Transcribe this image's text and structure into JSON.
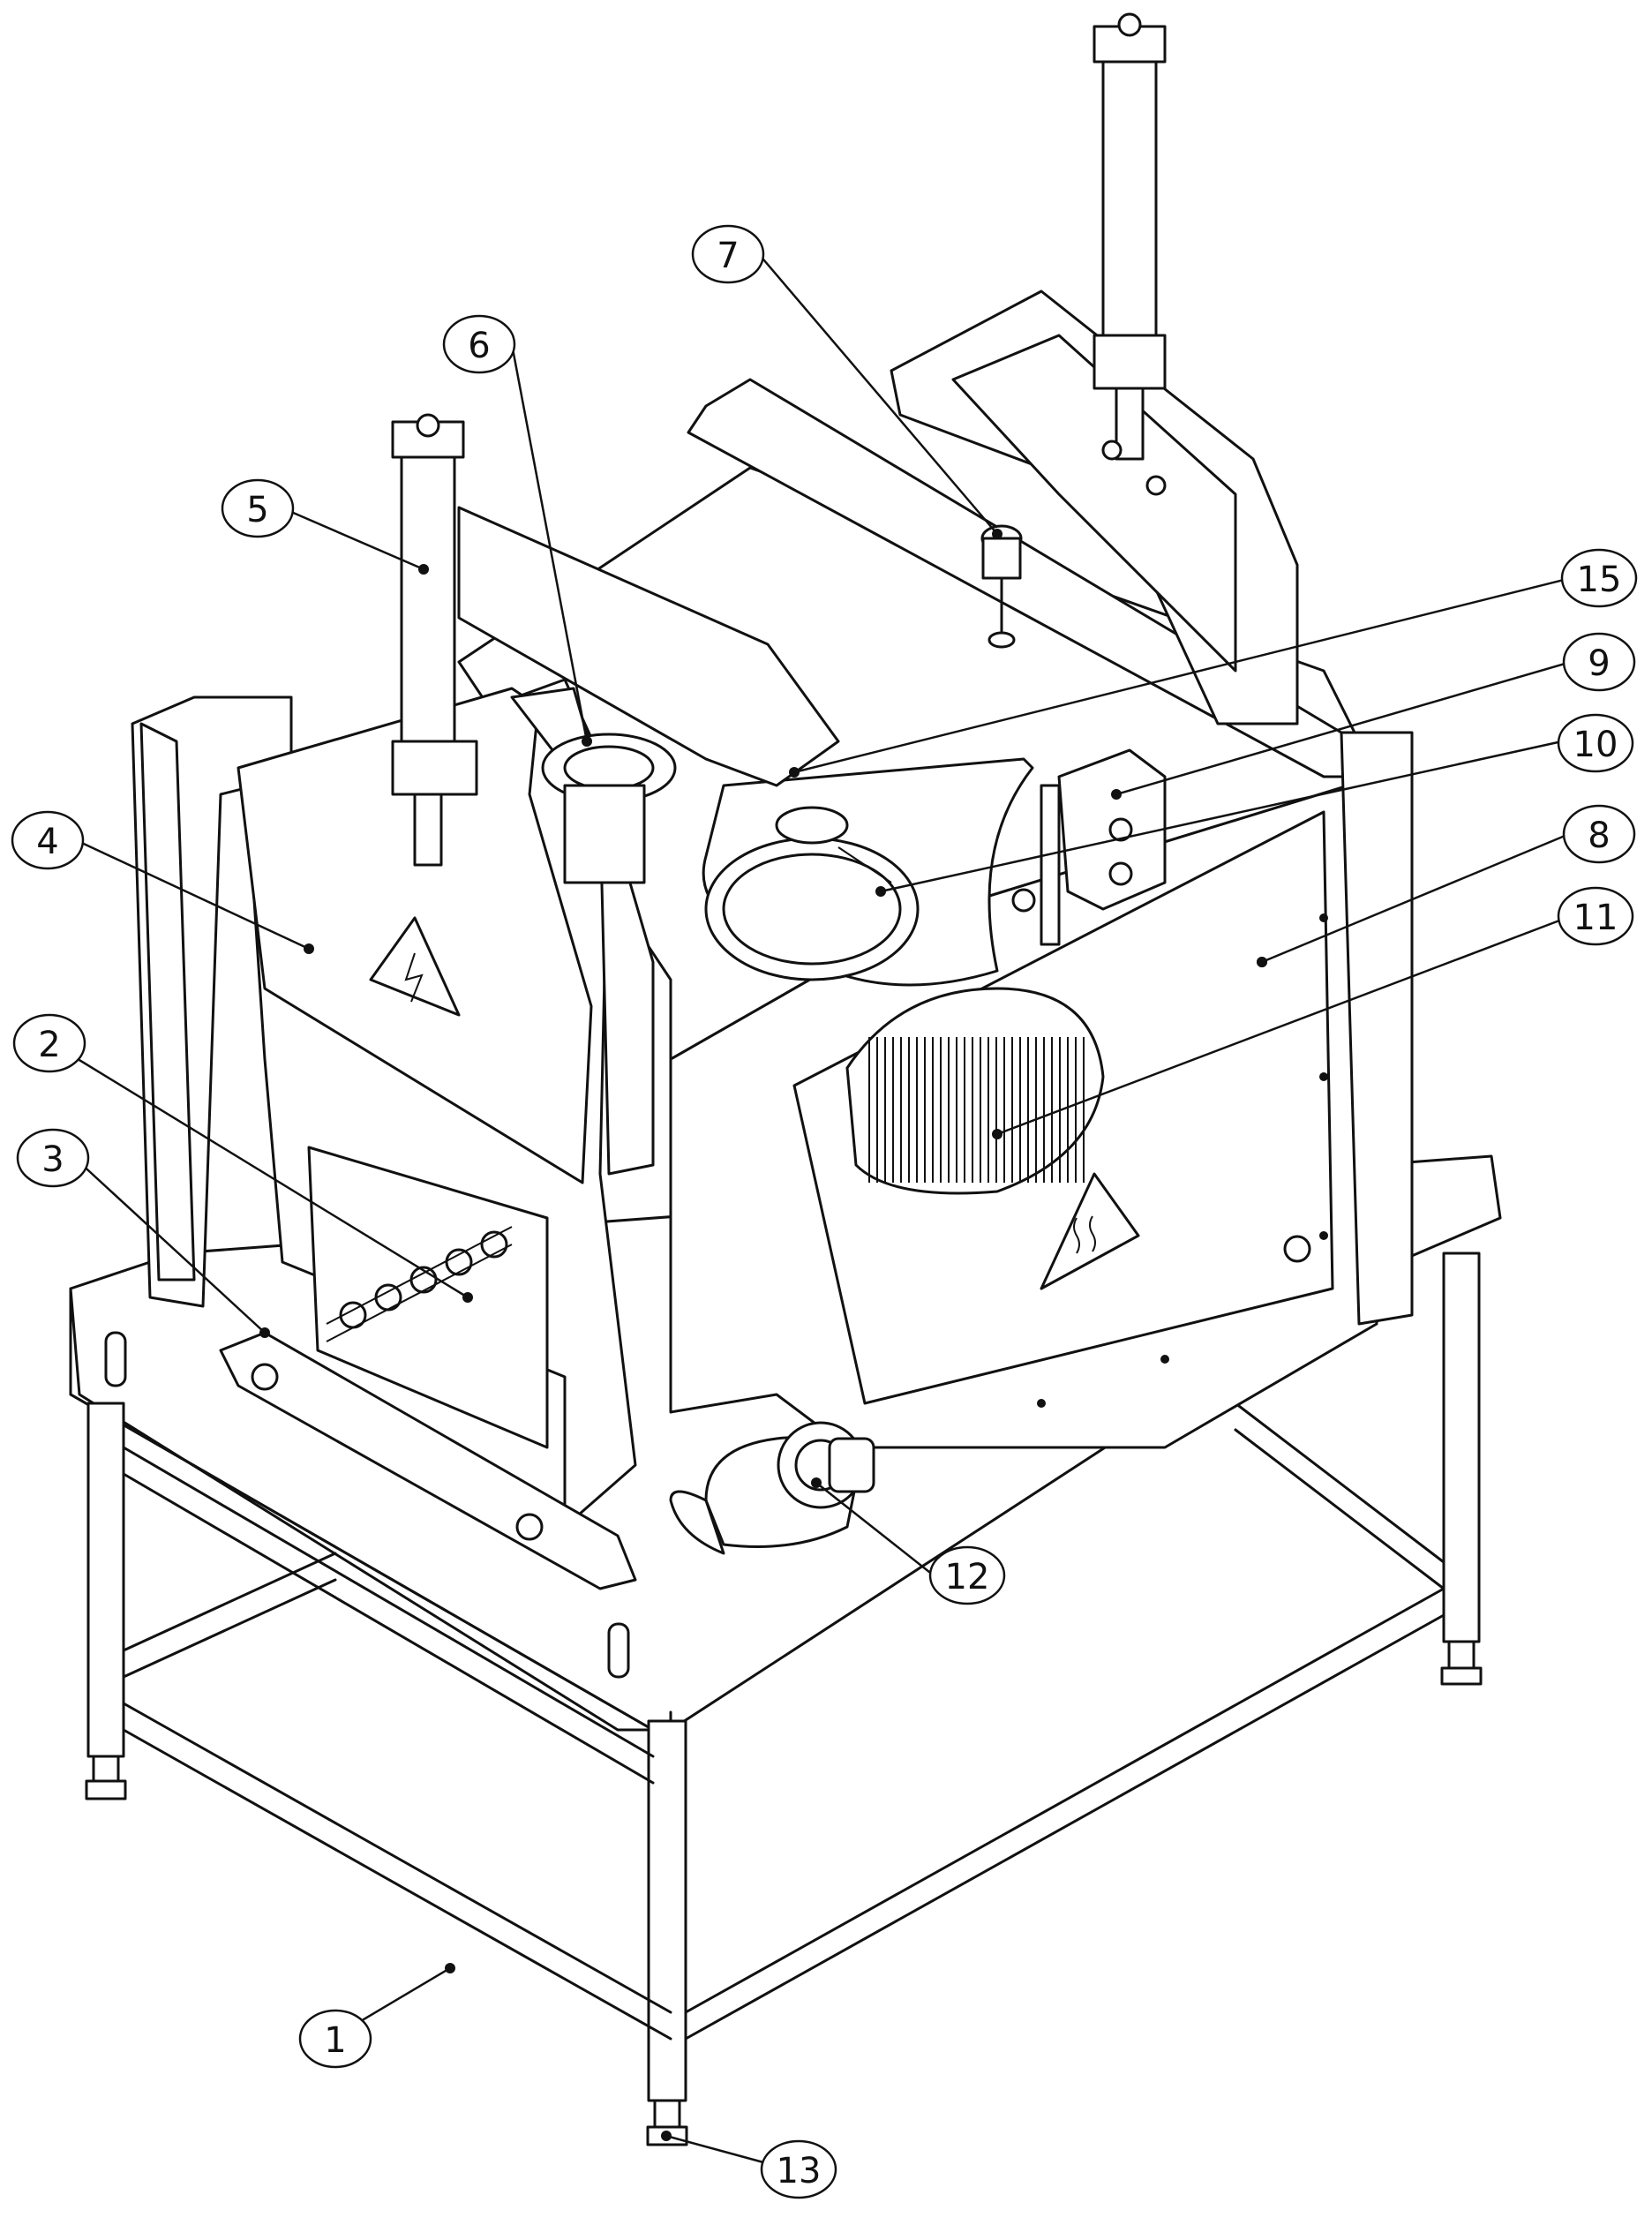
{
  "callouts": [
    {
      "id": "1",
      "label": "1"
    },
    {
      "id": "2",
      "label": "2"
    },
    {
      "id": "3",
      "label": "3"
    },
    {
      "id": "4",
      "label": "4"
    },
    {
      "id": "5",
      "label": "5"
    },
    {
      "id": "6",
      "label": "6"
    },
    {
      "id": "7",
      "label": "7"
    },
    {
      "id": "8",
      "label": "8"
    },
    {
      "id": "9",
      "label": "9"
    },
    {
      "id": "10",
      "label": "10"
    },
    {
      "id": "11",
      "label": "11"
    },
    {
      "id": "12",
      "label": "12"
    },
    {
      "id": "13",
      "label": "13"
    },
    {
      "id": "15",
      "label": "15"
    }
  ],
  "icons": {
    "electric_warning": "high-voltage-warning-icon",
    "hot_surface_warning": "hot-surface-warning-icon"
  },
  "colors": {
    "line": "#111111",
    "background": "#ffffff"
  }
}
